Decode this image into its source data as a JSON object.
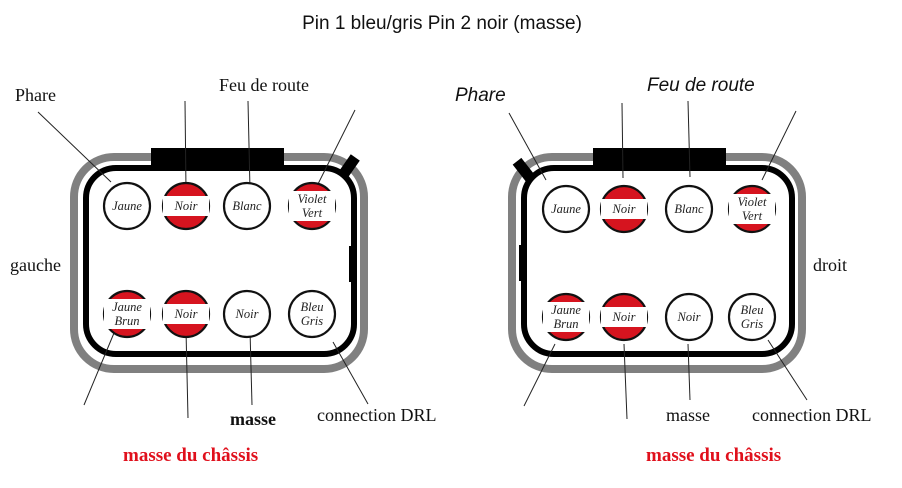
{
  "title": "Pin 1 bleu/gris Pin 2 noir (masse)",
  "colors": {
    "red_pin": "#d6141f",
    "red_label": "#e0101c",
    "outer_shell": "#808080",
    "inner_shell": "#000000"
  },
  "connectors": [
    {
      "side": "gauche",
      "labels": {
        "phare": "Phare",
        "feu_de_route": "Feu de route",
        "side": "gauche",
        "masse": "masse",
        "drl": "connection DRL",
        "chassis": "masse du châssis"
      },
      "top_pins": [
        {
          "lines": [
            "Jaune"
          ],
          "red": false
        },
        {
          "lines": [
            "Noir"
          ],
          "red": true
        },
        {
          "lines": [
            "Blanc"
          ],
          "red": false
        },
        {
          "lines": [
            "Violet",
            "Vert"
          ],
          "red": true
        }
      ],
      "bottom_pins": [
        {
          "lines": [
            "Jaune",
            "Brun"
          ],
          "red": true
        },
        {
          "lines": [
            "Noir"
          ],
          "red": true
        },
        {
          "lines": [
            "Noir"
          ],
          "red": false
        },
        {
          "lines": [
            "Bleu",
            "Gris"
          ],
          "red": false
        }
      ]
    },
    {
      "side": "droit",
      "labels": {
        "phare": "Phare",
        "feu_de_route": "Feu de route",
        "side": "droit",
        "masse": "masse",
        "drl": "connection DRL",
        "chassis": "masse du châssis"
      },
      "top_pins": [
        {
          "lines": [
            "Jaune"
          ],
          "red": false
        },
        {
          "lines": [
            "Noir"
          ],
          "red": true
        },
        {
          "lines": [
            "Blanc"
          ],
          "red": false
        },
        {
          "lines": [
            "Violet",
            "Vert"
          ],
          "red": true
        }
      ],
      "bottom_pins": [
        {
          "lines": [
            "Jaune",
            "Brun"
          ],
          "red": true
        },
        {
          "lines": [
            "Noir"
          ],
          "red": true
        },
        {
          "lines": [
            "Noir"
          ],
          "red": false
        },
        {
          "lines": [
            "Bleu",
            "Gris"
          ],
          "red": false
        }
      ]
    }
  ]
}
